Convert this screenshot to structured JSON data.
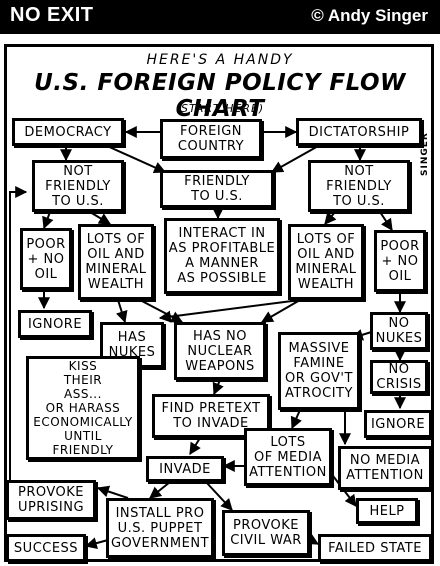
{
  "header": {
    "series_title": "NO EXIT",
    "credit": "© Andy Singer"
  },
  "titles": {
    "line1": "HERE'S A HANDY",
    "line2": "U.S. FOREIGN POLICY FLOW CHART",
    "line3": "(START HERE)"
  },
  "signature": "SINGER",
  "nodes": {
    "democracy": "DEMOCRACY",
    "foreign_country": "FOREIGN\nCOUNTRY",
    "dictatorship": "DICTATORSHIP",
    "not_friendly_left": "NOT\nFRIENDLY\nTO U.S.",
    "friendly": "FRIENDLY\nTO U.S.",
    "not_friendly_right": "NOT\nFRIENDLY\nTO U.S.",
    "poor_no_oil_left": "POOR\n+ NO\nOIL",
    "lots_oil_left": "LOTS OF\nOIL AND\nMINERAL\nWEALTH",
    "interact": "INTERACT IN\nAS PROFITABLE\nA MANNER\nAS POSSIBLE",
    "lots_oil_right": "LOTS OF\nOIL AND\nMINERAL\nWEALTH",
    "poor_no_oil_right": "POOR\n+ NO\nOIL",
    "ignore_left": "IGNORE",
    "has_nukes": "HAS\nNUKES",
    "has_no_nukes": "HAS NO\nNUCLEAR\nWEAPONS",
    "no_nukes": "NO\nNUKES",
    "famine": "MASSIVE\nFAMINE\nOR GOV'T\nATROCITY",
    "no_crisis": "NO\nCRISIS",
    "kiss": "KISS\nTHEIR\nASS...\nOR HARASS\nECONOMICALLY\nUNTIL\nFRIENDLY",
    "find_pretext": "FIND PRETEXT\nTO INVADE",
    "ignore_right": "IGNORE",
    "lots_media": "LOTS\nOF MEDIA\nATTENTION",
    "no_media": "NO MEDIA\nATTENTION",
    "invade": "INVADE",
    "provoke_uprising": "PROVOKE\nUPRISING",
    "help": "HELP",
    "install_puppet": "INSTALL PRO\nU.S. PUPPET\nGOVERNMENT",
    "provoke_civil_war": "PROVOKE\nCIVIL WAR",
    "success": "SUCCESS",
    "failed_state": "FAILED STATE"
  }
}
